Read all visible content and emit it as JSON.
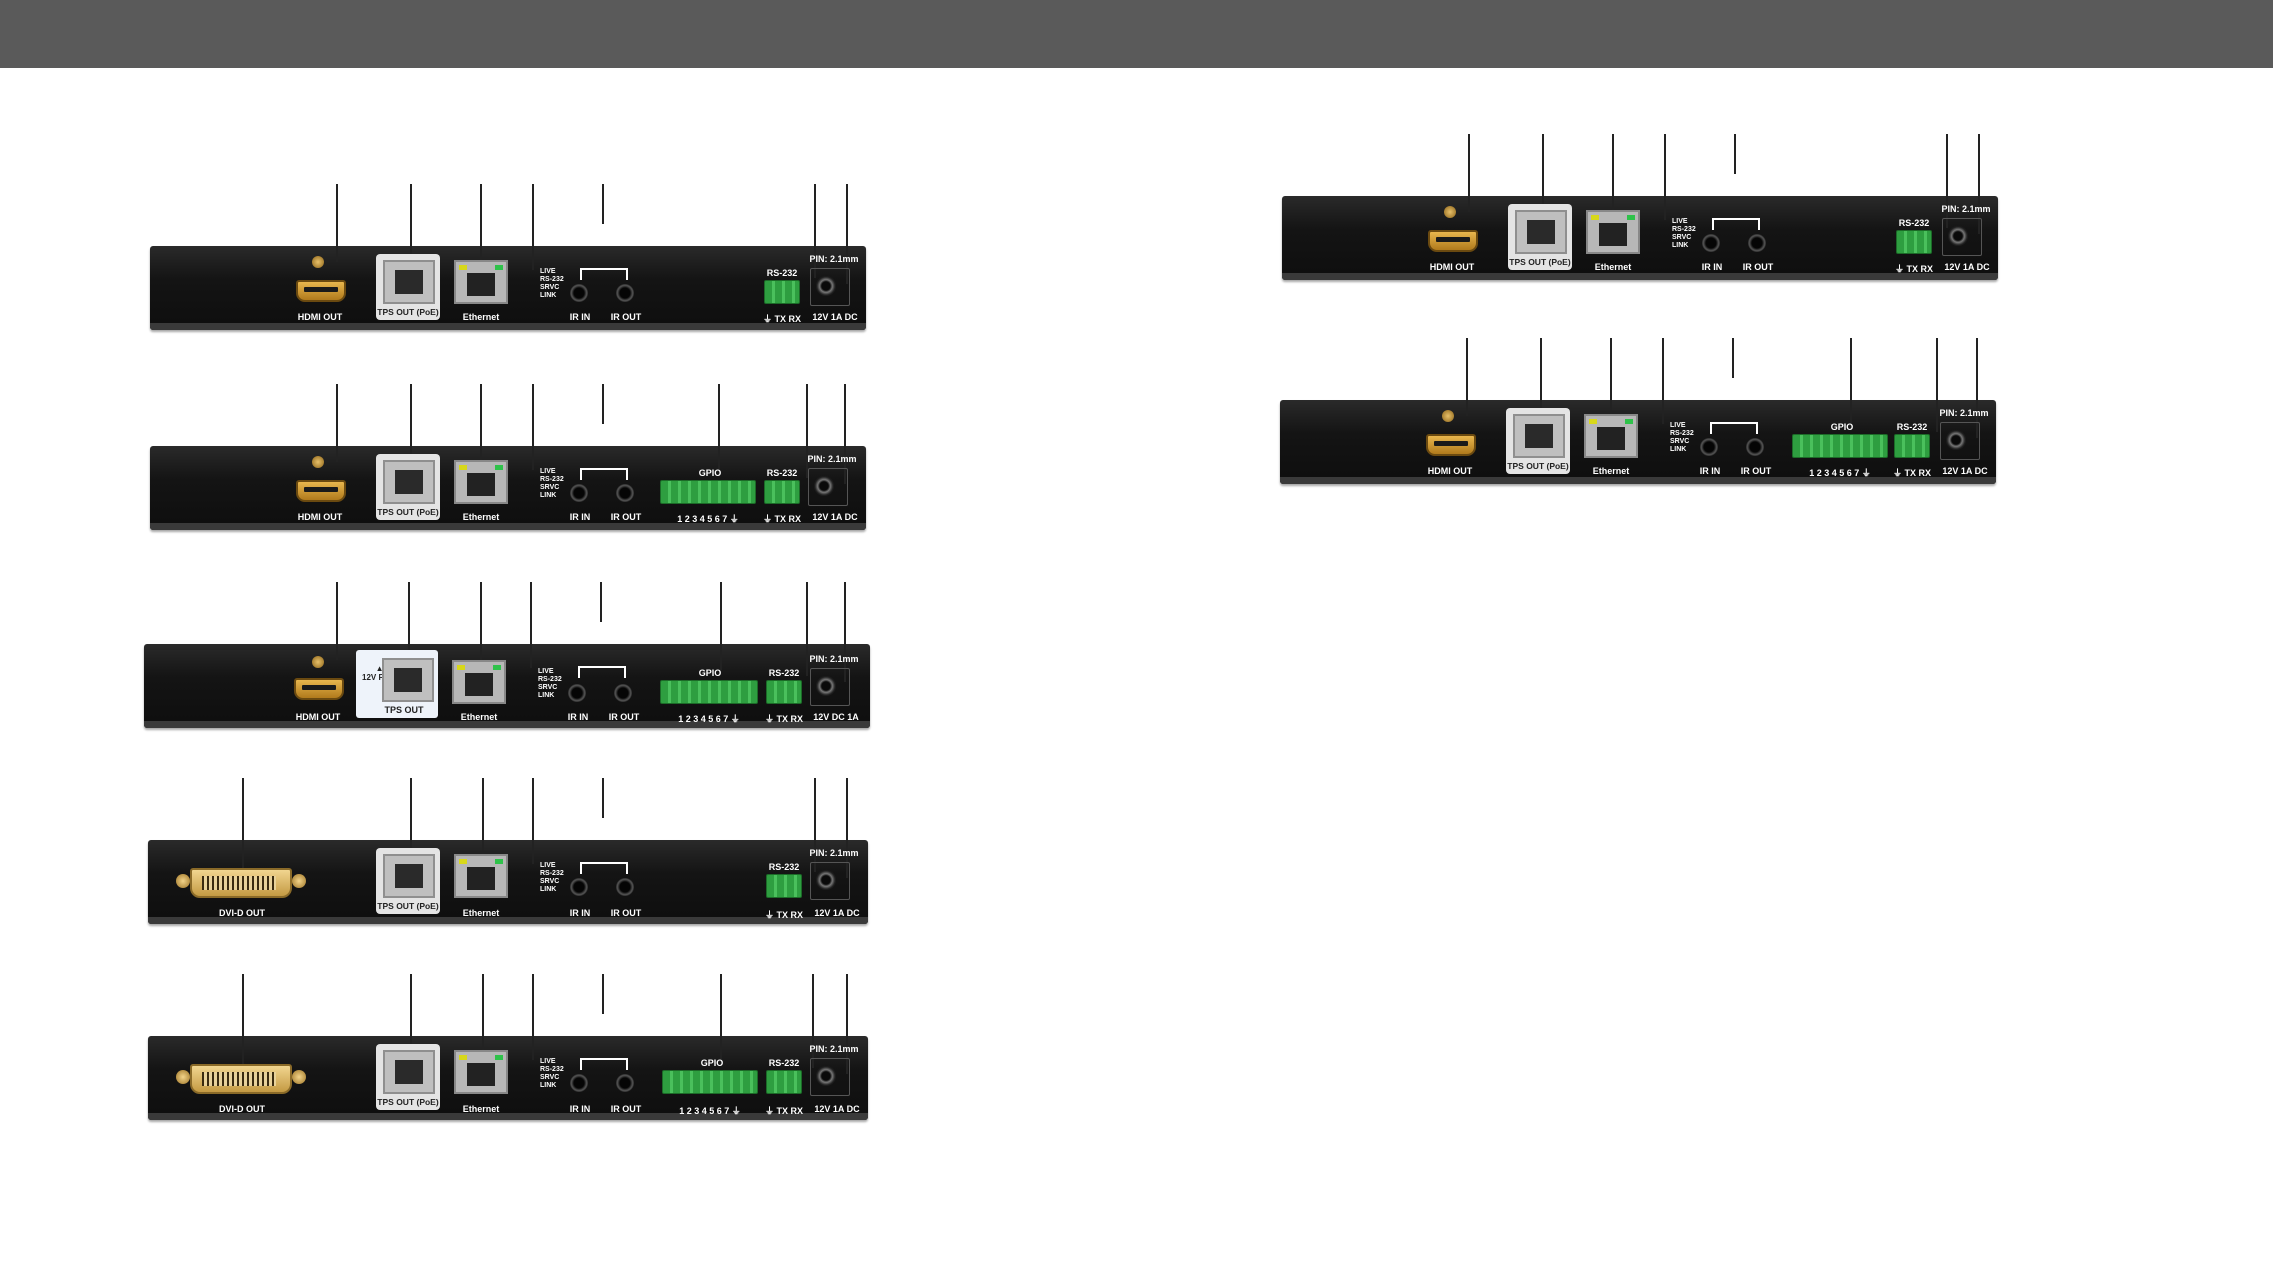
{
  "page": {
    "header_color": "#5a5a5a",
    "background": "#ffffff"
  },
  "colors": {
    "chassis": "#121212",
    "terminal_green": "#37b24a",
    "hdmi_gold": "#d9a33b",
    "pointer": "#222222"
  },
  "labels": {
    "hdmi_out": "HDMI OUT",
    "dvi_out": "DVI-D OUT",
    "tps_out_poe": "TPS OUT (PoE)",
    "tps_out": "TPS OUT",
    "ethernet": "Ethernet",
    "led_live": "LIVE",
    "led_rs232": "RS-232",
    "led_srvc": "SRVC",
    "led_link": "LINK",
    "ir_in": "IR IN",
    "ir_out": "IR OUT",
    "gpio": "GPIO",
    "gpio_pins": "1 2 3 4 5 6 7 ⏚",
    "rs232": "RS-232",
    "rs232_pins": "⏚ TX RX",
    "power": "12V 1A DC",
    "power_alt": "12V DC 1A",
    "pin": "PIN: 2.1mm",
    "pwr_warning": "12V PWR"
  },
  "icons": [
    "warning-triangle-icon",
    "hdmi-port-icon",
    "dvi-port-icon",
    "rj45-port-icon",
    "ir-jack-icon",
    "dc-jack-icon",
    "terminal-block-icon"
  ]
}
